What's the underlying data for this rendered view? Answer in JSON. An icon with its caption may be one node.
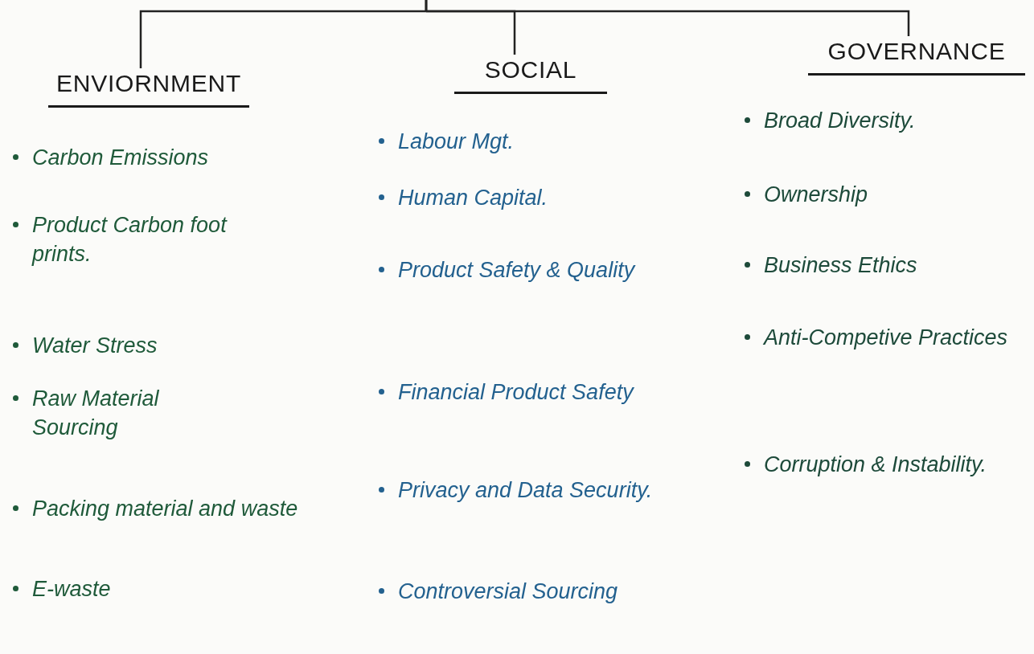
{
  "diagram": {
    "nodes": [
      {
        "text": [
          "ENVIORNMENT"
        ]
      },
      {
        "text": [
          "SOCIAL"
        ]
      },
      {
        "text": [
          "GOVERNANCE"
        ]
      }
    ],
    "edges": [
      {
        "from": null,
        "to": 0,
        "arrow": "none"
      },
      {
        "from": null,
        "to": 1,
        "arrow": "none"
      },
      {
        "from": null,
        "to": 2,
        "arrow": "none"
      }
    ],
    "labels": [
      "Carbon Emissions",
      "Product Carbon foot prints.",
      "Water Stress",
      "Raw Material Sourcing",
      "Packing material and waste",
      "E-waste",
      "Labour Mgt.",
      "Human Capital.",
      "Product Safety & Quality",
      "Financial Product Safety",
      "Privacy and Data Security.",
      "Controversial Sourcing",
      "Broad Diversity.",
      "Ownership",
      "Business Ethics",
      "Anti-Competive Practices",
      "Corruption & Instability."
    ]
  }
}
